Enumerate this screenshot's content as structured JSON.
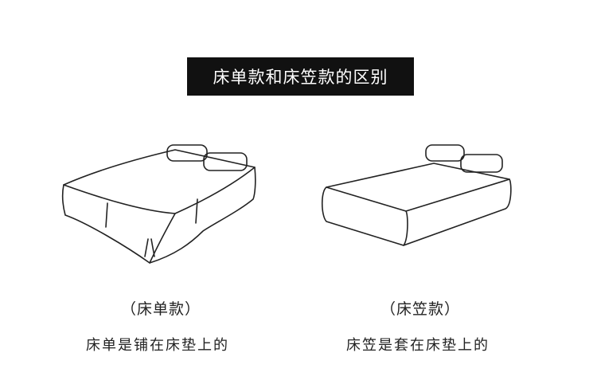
{
  "title": "床单款和床笠款的区别",
  "left": {
    "label": "（床单款）",
    "description": "床单是铺在床垫上的"
  },
  "right": {
    "label": "（床笠款）",
    "description": "床笠是套在床垫上的"
  }
}
